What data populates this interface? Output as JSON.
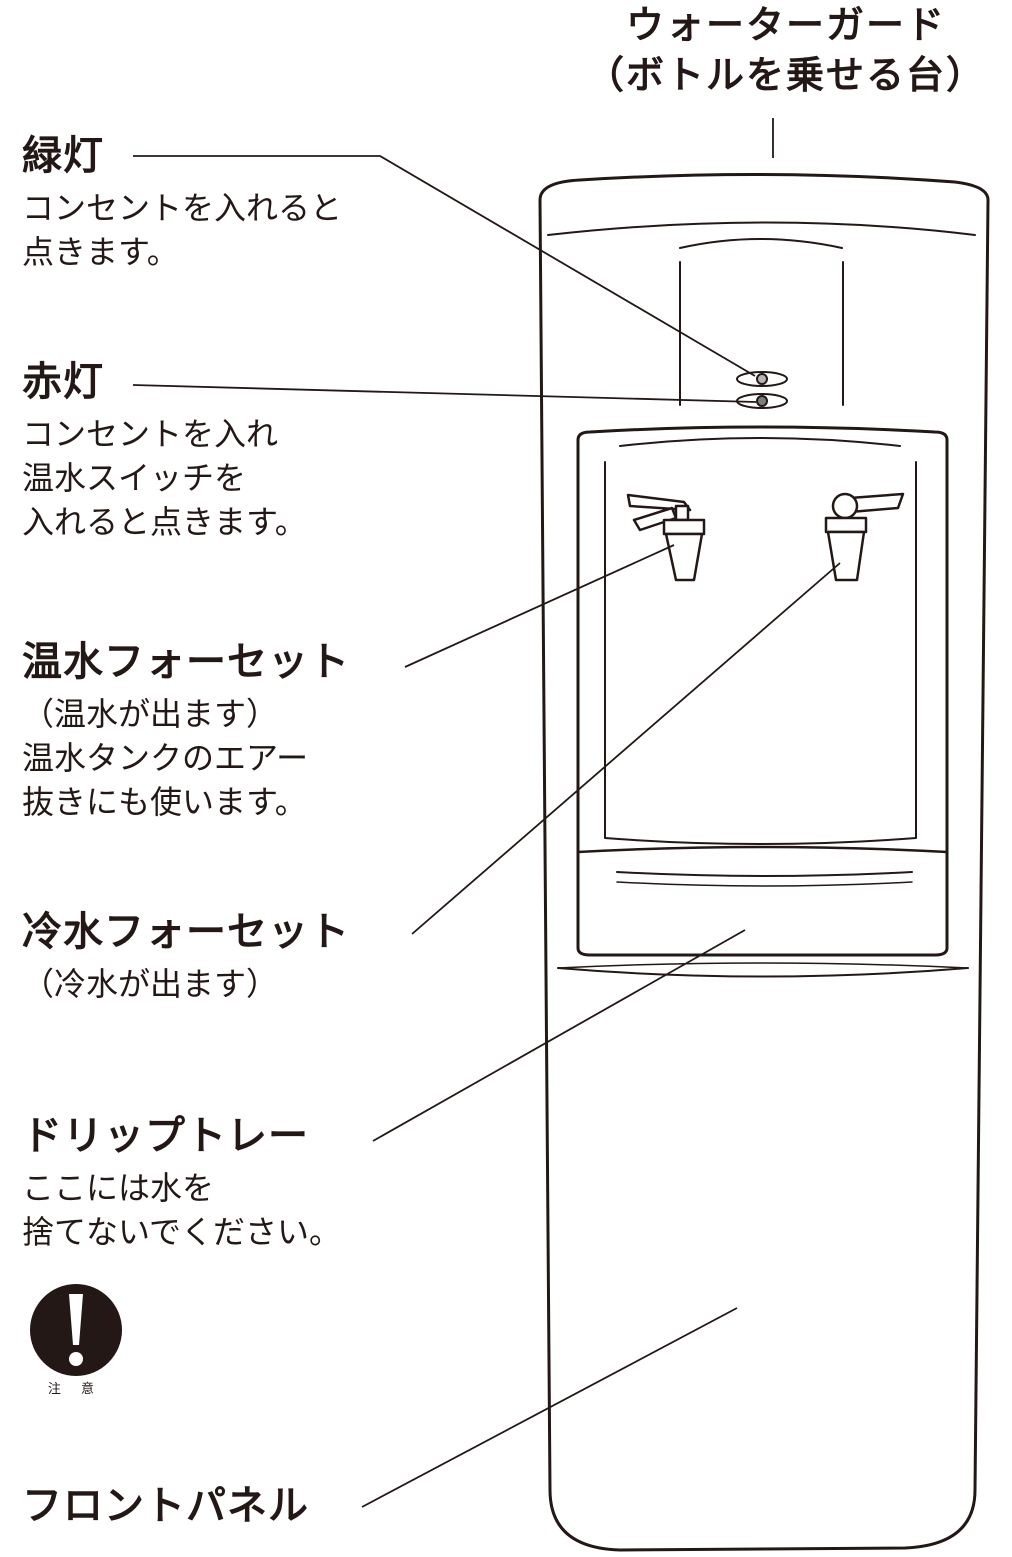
{
  "top_label": {
    "line1": "ウォーターガード",
    "line2": "（ボトルを乗せる台）"
  },
  "labels": {
    "green_light": {
      "title": "緑灯",
      "lines": [
        "コンセントを入れると",
        "点きます。"
      ]
    },
    "red_light": {
      "title": "赤灯",
      "lines": [
        "コンセントを入れ",
        "温水スイッチを",
        "入れると点きます。"
      ]
    },
    "hot_faucet": {
      "title": "温水フォーセット",
      "lines": [
        "（温水が出ます）",
        "温水タンクのエアー",
        "抜きにも使います。"
      ]
    },
    "cold_faucet": {
      "title": "冷水フォーセット",
      "lines": [
        "（冷水が出ます）"
      ]
    },
    "drip_tray": {
      "title": "ドリップトレー",
      "lines": [
        "ここには水を",
        "捨てないでください。"
      ]
    },
    "front_panel": {
      "title": "フロントパネル"
    }
  },
  "caution": {
    "symbol": "!",
    "text": "注 意"
  },
  "colors": {
    "line": "#231815",
    "indicator": "#b5b5b5",
    "background": "#ffffff"
  }
}
